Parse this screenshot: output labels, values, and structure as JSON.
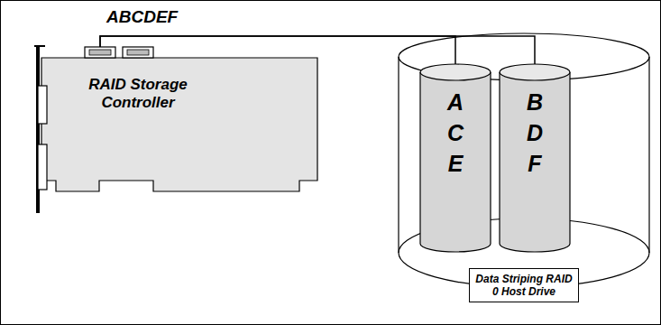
{
  "diagram": {
    "nodes": [
      {
        "text": [
          "RAID Storage Controller"
        ]
      },
      {
        "text": [
          "Data Striping RAID 0 Host Drive"
        ]
      },
      {
        "text": [
          "A",
          "C",
          "E"
        ],
        "in": 1
      },
      {
        "text": [
          "B",
          "D",
          "F"
        ],
        "in": 1
      }
    ],
    "edges": [
      {
        "from": 0,
        "to": 2,
        "arrow": "none"
      },
      {
        "from": 0,
        "to": 3,
        "arrow": "none"
      }
    ],
    "labels": [
      "ABCDEF"
    ]
  }
}
